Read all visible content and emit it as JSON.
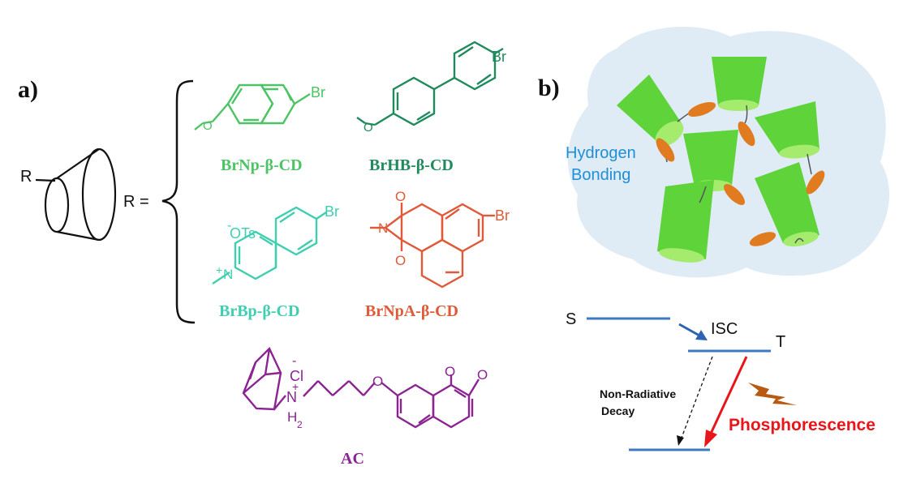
{
  "panels": {
    "a_label": "a)",
    "b_label": "b)"
  },
  "scheme": {
    "r_label": "R",
    "r_equals": "R ="
  },
  "compounds": [
    {
      "name": "BrNp-β-CD",
      "color": "#4cc465"
    },
    {
      "name": "BrHB-β-CD",
      "color": "#1f8a5c"
    },
    {
      "name": "BrBp-β-CD",
      "color": "#3fcfb0"
    },
    {
      "name": "BrNpA-β-CD",
      "color": "#e05a3a"
    },
    {
      "name": "AC",
      "color": "#8b2392"
    }
  ],
  "atoms": {
    "br": "Br",
    "ots": "OTs",
    "ots_charge": "-",
    "n": "N",
    "n_charge": "+",
    "o": "O",
    "cl": "Cl",
    "cl_charge": "-",
    "nh": "N",
    "nh_h": "H",
    "nh2": "H",
    "nh2_sub": "2",
    "nh_charge": "+"
  },
  "panel_b": {
    "hydrogen_line1": "Hydrogen",
    "hydrogen_line2": "Bonding",
    "s_label": "S",
    "t_label": "T",
    "isc_label": "ISC",
    "nonrad_line1": "Non-Radiative",
    "nonrad_line2": "Decay",
    "phos_label": "Phosphorescence"
  },
  "colors": {
    "level_blue": "#3e79c2",
    "isc_arrow": "#2d63b0",
    "phos_red": "#e8161b",
    "hb_blue": "#1e8fd6",
    "cloud": "#d9e8f3",
    "cd_green": "#5fd33a",
    "guest_orange": "#e07b1f"
  }
}
